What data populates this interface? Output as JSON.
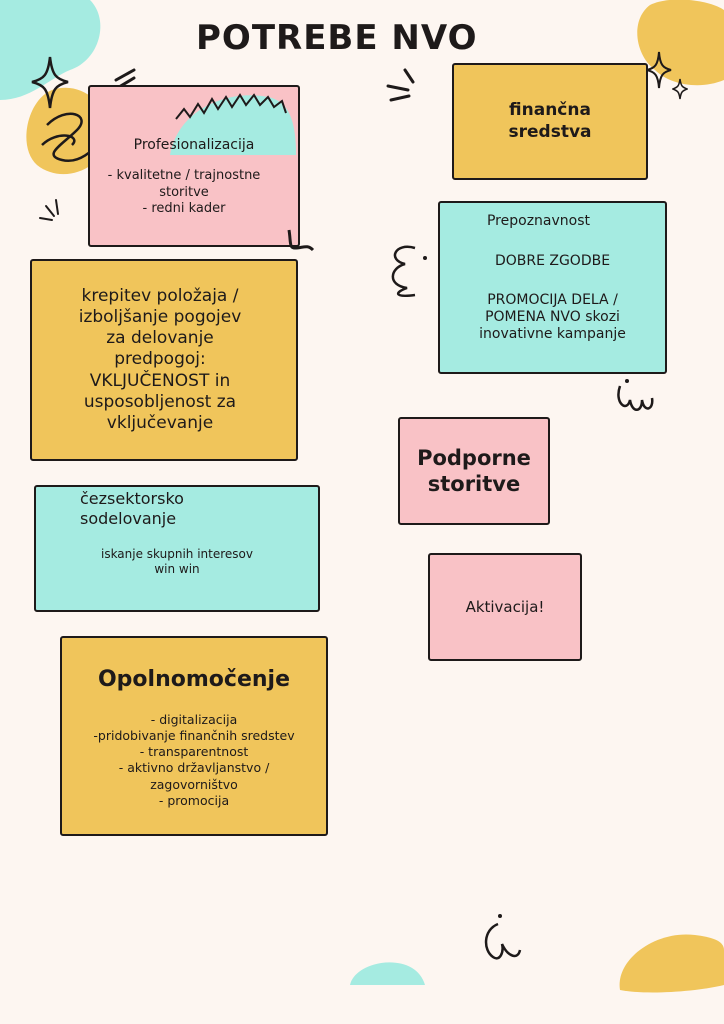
{
  "title": "POTREBE NVO",
  "notes": {
    "profesionalizacija": {
      "heading": "Profesionalizacija",
      "body": "- kvalitetne / trajnostne\nstoritve\n- redni kader"
    },
    "financna": {
      "heading": "finančna\nsredstva"
    },
    "prepoznavnost": {
      "heading": "Prepoznavnost",
      "line2": "DOBRE ZGODBE",
      "body": "PROMOCIJA DELA /\nPOMENA NVO skozi\ninovativne kampanje"
    },
    "krepitev": {
      "body": "krepitev položaja /\nizboljšanje pogojev\nza delovanje\npredpogoj:\nVKLJUČENOST in\nusposobljenost za\nvključevanje"
    },
    "podporne": {
      "heading": "Podporne\nstoritve"
    },
    "medsektorsko": {
      "heading": "čezsektorsko\nsodelovanje",
      "body": "iskanje skupnih interesov\nwin win"
    },
    "aktivacija": {
      "heading": "Aktivacija!"
    },
    "opolnomocenje": {
      "heading": "Opolnomočenje",
      "body": "- digitalizacija\n-pridobivanje finančnih sredstev\n- transparentnost\n- aktivno državljanstvo /\nzagovorništvo\n- promocija"
    }
  },
  "colors": {
    "pink": "#f9c2c6",
    "yellow": "#f0c55b",
    "aqua": "#a5ebe1",
    "ink": "#1e1a1a",
    "background": "#fdf6f1"
  },
  "icons": [
    "sparkle-icon",
    "swirl-icon",
    "squiggle-icon",
    "zigzag-icon",
    "rays-icon",
    "blob-icon"
  ]
}
